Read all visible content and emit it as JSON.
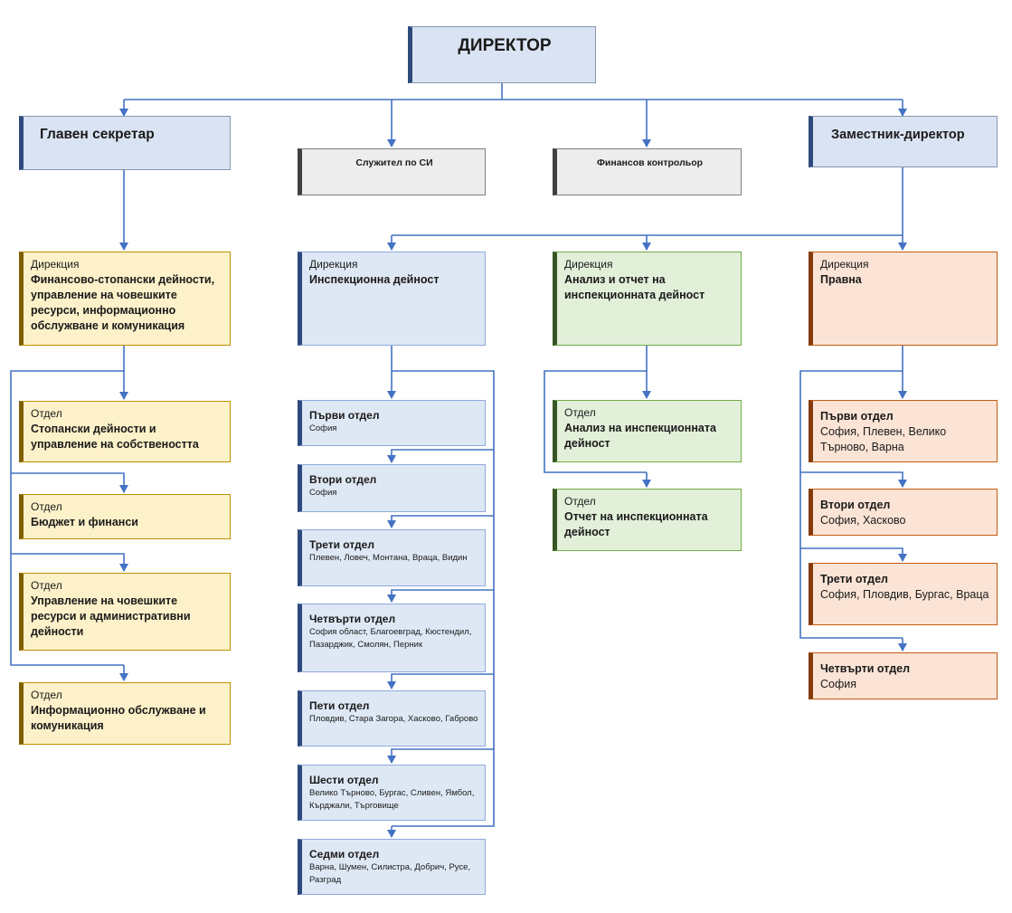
{
  "director": "ДИРЕКТОР",
  "chief_secretary": "Главен секретар",
  "deputy_director": "Заместник-директор",
  "si_officer": "Служител по СИ",
  "financial_controller": "Финансов контрольор",
  "directorate_label": "Дирекция",
  "department_label": "Отдел",
  "dir_finance": {
    "name": "Финансово-стопански дейности, управление на човешките ресурси, информационно обслужване и комуникация",
    "departments": [
      "Стопански дейности и управление на собствеността",
      "Бюджет и финанси",
      "Управление на човешките ресурси и административни дейности",
      "Информационно обслужване и комуникация"
    ]
  },
  "dir_inspection": {
    "name": "Инспекционна дейност",
    "departments": [
      {
        "name": "Първи отдел",
        "loc": "София"
      },
      {
        "name": "Втори отдел",
        "loc": "София"
      },
      {
        "name": "Трети отдел",
        "loc": "Плевен, Ловеч, Монтана, Враца, Видин"
      },
      {
        "name": "Четвърти отдел",
        "loc": "София област, Благоевград, Кюстендил, Пазарджик, Смолян, Перник"
      },
      {
        "name": "Пети отдел",
        "loc": "Пловдив, Стара Загора, Хасково, Габрово"
      },
      {
        "name": "Шести отдел",
        "loc": "Велико Търново, Бургас, Сливен, Ямбол, Кърджали, Търговище"
      },
      {
        "name": "Седми отдел",
        "loc": "Варна, Шумен, Силистра, Добрич, Русе, Разград"
      }
    ]
  },
  "dir_analysis": {
    "name": "Анализ и отчет на инспекционната дейност",
    "departments": [
      "Анализ на инспекционната дейност",
      "Отчет на инспекционната дейност"
    ]
  },
  "dir_legal": {
    "name": "Правна",
    "departments": [
      {
        "name": "Първи отдел",
        "loc": "София, Плевен, Велико Търново, Варна"
      },
      {
        "name": "Втори отдел",
        "loc": "София, Хасково"
      },
      {
        "name": "Трети отдел",
        "loc": "София, Пловдив, Бургас, Враца"
      },
      {
        "name": "Четвърти отдел",
        "loc": "София"
      }
    ]
  },
  "colors": {
    "connector": "#4472c4",
    "executive_fill": "#dae3f3",
    "finance_fill": "#fdf1c9",
    "inspection_fill": "#dee8f5",
    "analysis_fill": "#e2efd9",
    "legal_fill": "#fbe4d5",
    "support_fill": "#ededed"
  }
}
